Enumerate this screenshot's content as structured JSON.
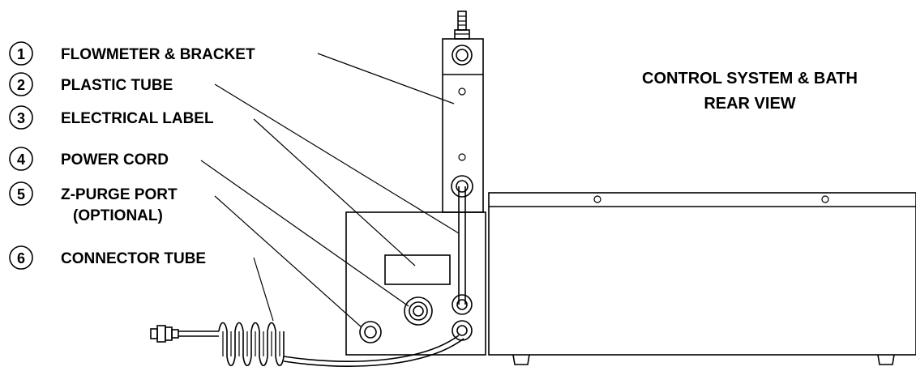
{
  "diagram": {
    "title_line1": "CONTROL SYSTEM & BATH",
    "title_line2": "REAR VIEW",
    "callouts": [
      {
        "number": "1",
        "label": "FLOWMETER & BRACKET"
      },
      {
        "number": "2",
        "label": "PLASTIC TUBE"
      },
      {
        "number": "3",
        "label": "ELECTRICAL LABEL"
      },
      {
        "number": "4",
        "label": "POWER CORD"
      },
      {
        "number": "5",
        "label": "Z-PURGE PORT",
        "label2": "(OPTIONAL)"
      },
      {
        "number": "6",
        "label": "CONNECTOR TUBE"
      }
    ]
  }
}
